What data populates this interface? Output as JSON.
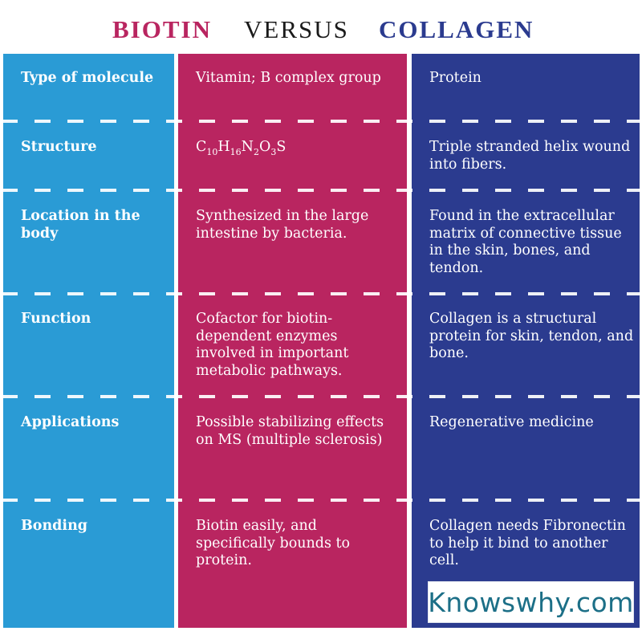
{
  "header": {
    "left_title": "BIOTIN",
    "middle_title": "VERSUS",
    "right_title": "COLLAGEN"
  },
  "colors": {
    "biotin_title": "#b92560",
    "versus_title": "#1a1a1a",
    "collagen_title": "#2b3b8f",
    "label_column": "#2a9bd5",
    "biotin_column": "#b92560",
    "collagen_column": "#2b3b8f",
    "logo_text": "#1c6f87"
  },
  "rows": [
    {
      "label": "Type of molecule",
      "biotin": "Vitamin; B complex group",
      "collagen": "Protein"
    },
    {
      "label": "Structure",
      "biotin_formula": {
        "C": "C",
        "c_n": "10",
        "H": "H",
        "h_n": "16",
        "N": "N",
        "n_n": "2",
        "O": "O",
        "o_n": "3",
        "S": "S"
      },
      "biotin": "C10H16N2O3S",
      "collagen": "Triple stranded helix wound into fibers."
    },
    {
      "label": "Location in the body",
      "biotin": "Synthesized in the large intestine by bacteria.",
      "collagen": "Found in the extracellular matrix of connective tissue in the skin, bones, and tendon."
    },
    {
      "label": "Function",
      "biotin": "Cofactor for biotin-dependent enzymes involved in important metabolic pathways.",
      "collagen": "Collagen is a structural protein for skin, tendon, and bone."
    },
    {
      "label": "Applications",
      "biotin": "Possible stabilizing effects on MS (multiple sclerosis)",
      "collagen": "Regenerative medicine"
    },
    {
      "label": "Bonding",
      "biotin": "Biotin easily, and specifically bounds to protein.",
      "collagen": "Collagen needs Fibronectin to help it bind to another cell."
    }
  ],
  "watermark": {
    "text": "Knowswhy.com"
  }
}
